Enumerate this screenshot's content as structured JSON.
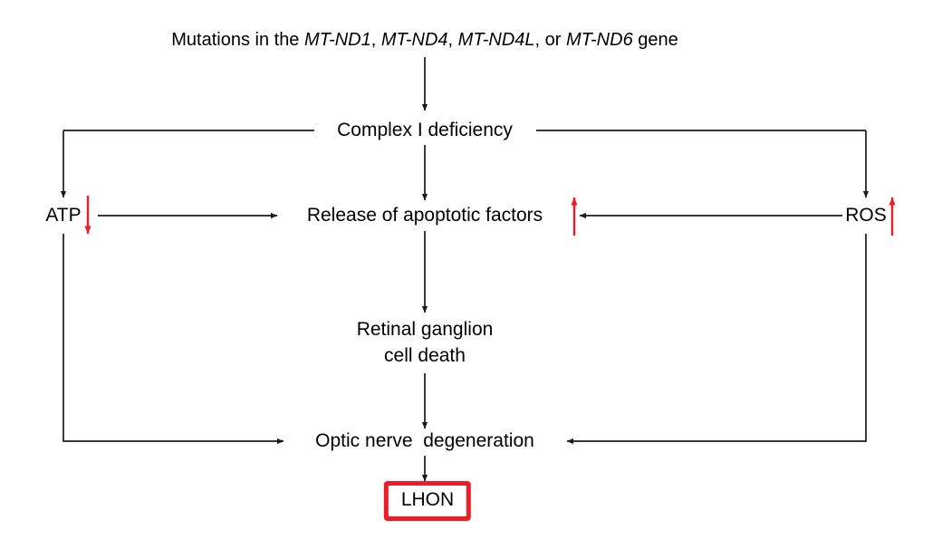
{
  "diagram": {
    "title": "LHON pathogenesis flow chart",
    "colors": {
      "accent_red": "#ee1c25",
      "line": "#1a1a1a",
      "text": "#000000",
      "background": "#ffffff"
    },
    "nodes": {
      "mutations": {
        "prefix": "Mutations in the ",
        "gene1": "MT-ND1",
        "sep1": ", ",
        "gene2": "MT-ND4",
        "sep2": ", ",
        "gene3": "MT-ND4L",
        "sep3": ", or ",
        "gene4": "MT-ND6",
        "suffix": " gene",
        "full_text": "Mutations in the MT-ND1, MT-ND4, MT-ND4L, or MT-ND6 gene"
      },
      "complex_i": {
        "label": "Complex I deficiency"
      },
      "atp": {
        "label": "ATP",
        "indicator": "decrease-arrow"
      },
      "apoptotic": {
        "label": "Release of apoptotic factors",
        "indicator": "increase-arrow"
      },
      "ros": {
        "label": "ROS",
        "indicator": "increase-arrow"
      },
      "retinal": {
        "line1": "Retinal ganglion",
        "line2": "cell death"
      },
      "optic": {
        "label": "Optic nerve  degeneration"
      },
      "lhon": {
        "label": "LHON"
      }
    },
    "edges": [
      {
        "from": "mutations",
        "to": "complex_i",
        "style": "arrow-down"
      },
      {
        "from": "complex_i",
        "to": "atp",
        "style": "elbow-left-down"
      },
      {
        "from": "complex_i",
        "to": "ros",
        "style": "elbow-right-down"
      },
      {
        "from": "complex_i",
        "to": "apoptotic",
        "style": "arrow-down"
      },
      {
        "from": "atp",
        "to": "apoptotic",
        "style": "arrow-right"
      },
      {
        "from": "ros",
        "to": "apoptotic",
        "style": "arrow-left"
      },
      {
        "from": "apoptotic",
        "to": "retinal",
        "style": "arrow-down"
      },
      {
        "from": "retinal",
        "to": "optic",
        "style": "arrow-down"
      },
      {
        "from": "atp",
        "to": "optic",
        "style": "elbow-left-down-right"
      },
      {
        "from": "ros",
        "to": "optic",
        "style": "elbow-right-down-left"
      },
      {
        "from": "optic",
        "to": "lhon",
        "style": "arrow-down"
      }
    ]
  }
}
